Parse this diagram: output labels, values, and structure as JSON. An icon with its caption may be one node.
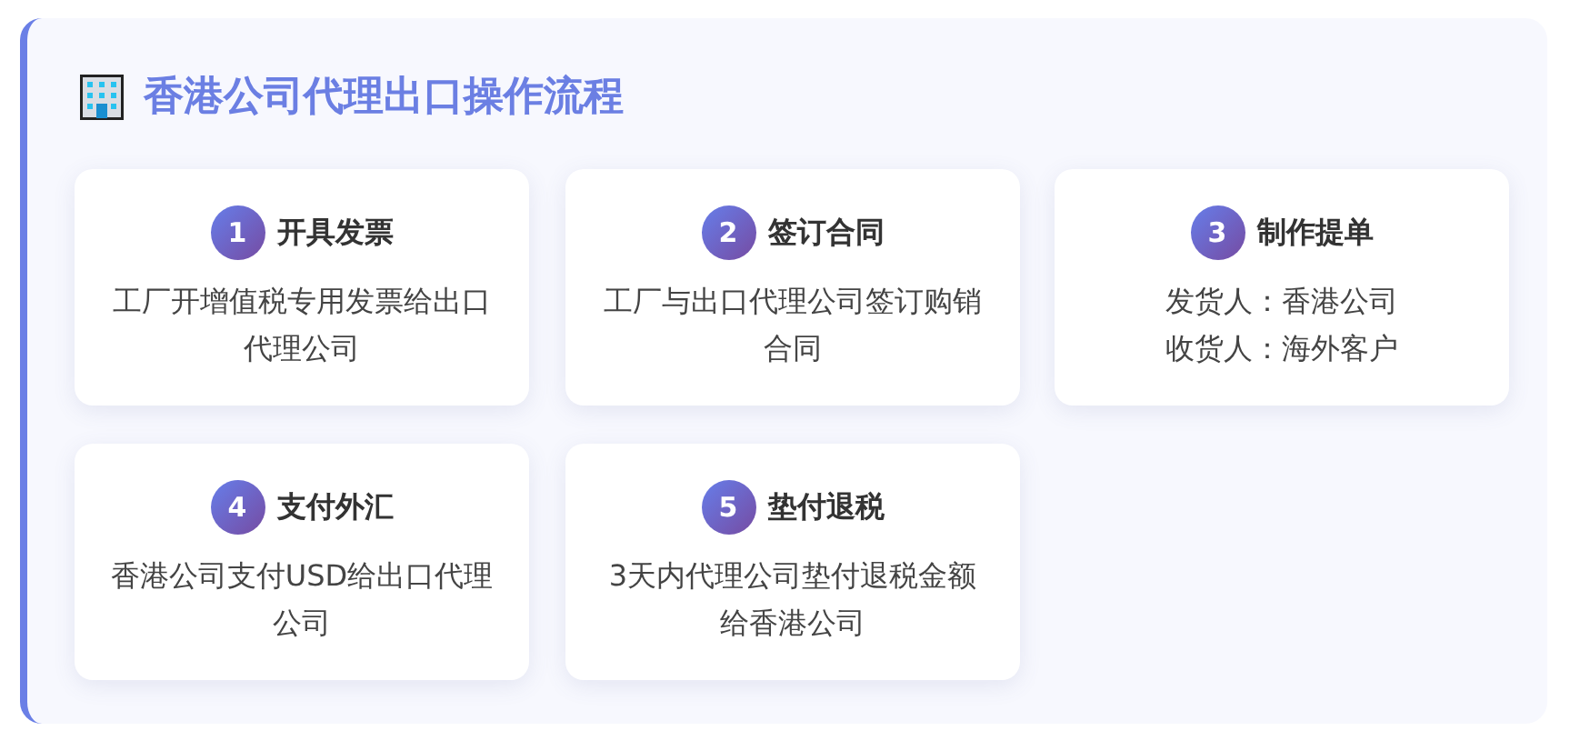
{
  "diagram": {
    "title": "香港公司代理出口操作流程",
    "nodes": [
      {
        "text": [
          "1",
          "开具发票",
          "工厂开增值税专用发票给出口代理公司"
        ]
      },
      {
        "text": [
          "2",
          "签订合同",
          "工厂与出口代理公司签订购销合同"
        ]
      },
      {
        "text": [
          "3",
          "制作提单",
          "发货人：香港公司",
          "收货人：海外客户"
        ]
      },
      {
        "text": [
          "4",
          "支付外汇",
          "香港公司支付USD给出口代理公司"
        ]
      },
      {
        "text": [
          "5",
          "垫付退税",
          "3天内代理公司垫付退税金额给香港公司"
        ]
      }
    ]
  }
}
